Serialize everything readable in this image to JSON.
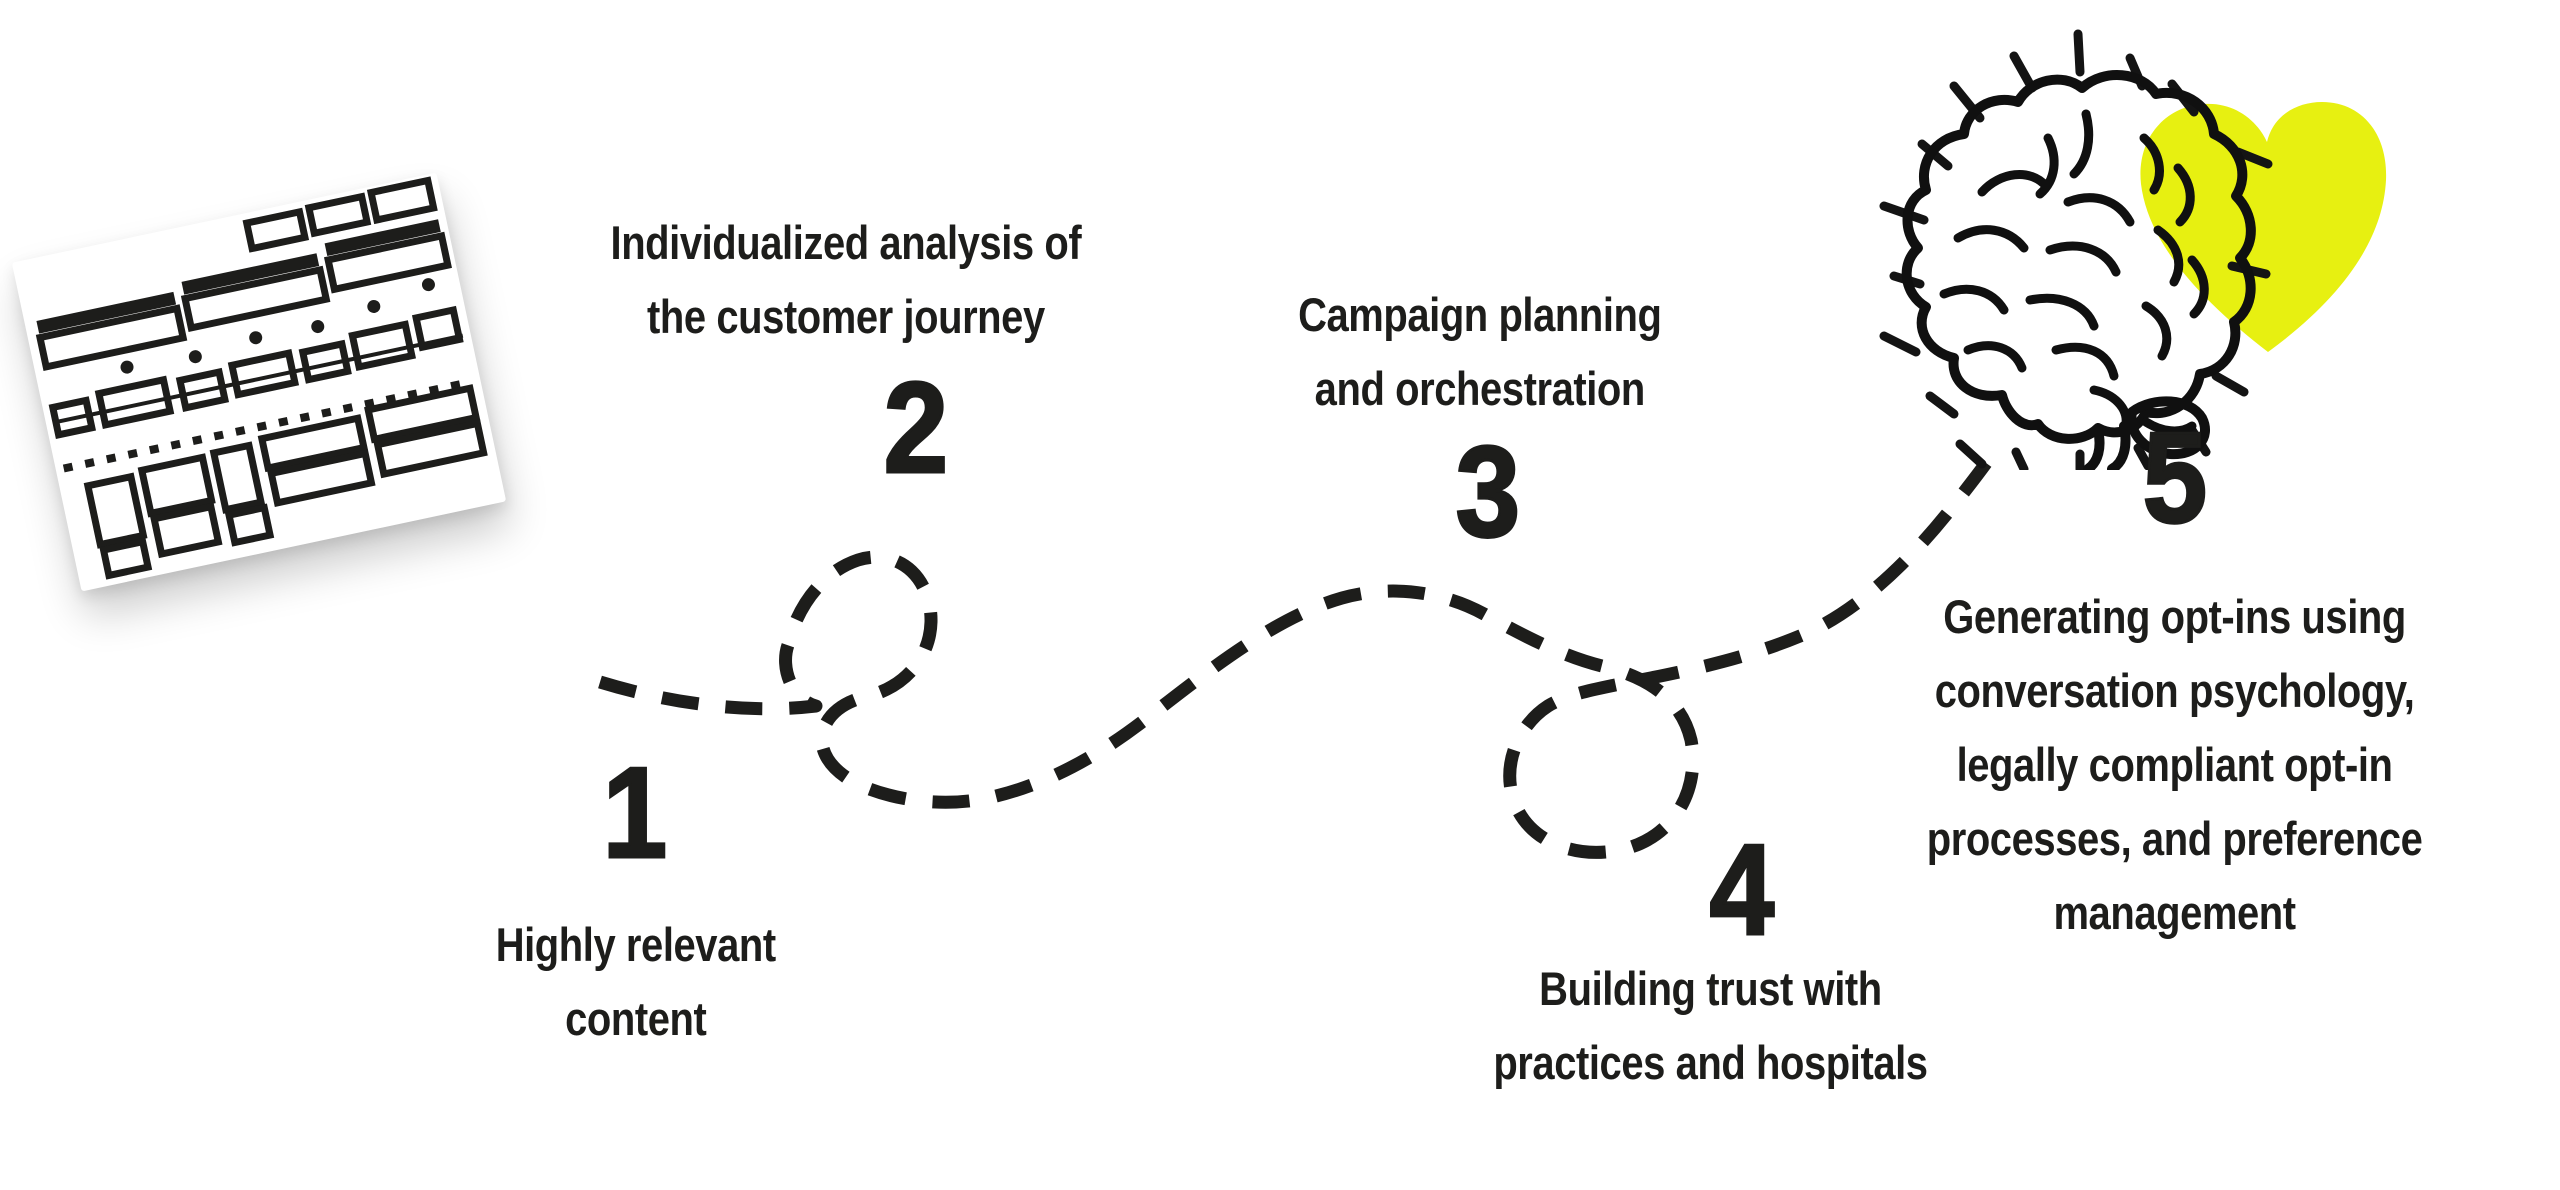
{
  "palette": {
    "background": "#ffffff",
    "ink": "#1d1d1b",
    "heart_yellow": "#e7f011"
  },
  "steps": [
    {
      "number": "1",
      "label": "Highly relevant\ncontent"
    },
    {
      "number": "2",
      "label": "Individualized analysis of\nthe customer journey"
    },
    {
      "number": "3",
      "label": "Campaign planning\nand orchestration"
    },
    {
      "number": "4",
      "label": "Building trust with\npractices and hospitals"
    },
    {
      "number": "5",
      "label": "Generating opt-ins using\nconversation psychology,\nlegally compliant opt-in\nprocesses, and preference\nmanagement"
    }
  ],
  "icons": {
    "journey_map_sketch": "tilted wireframe card of a customer-journey map",
    "brain": "brain-outline-icon",
    "heart": "heart-icon",
    "sunburst": "sunburst-dash-rays",
    "route": "dashed-journey-path with two loops"
  }
}
